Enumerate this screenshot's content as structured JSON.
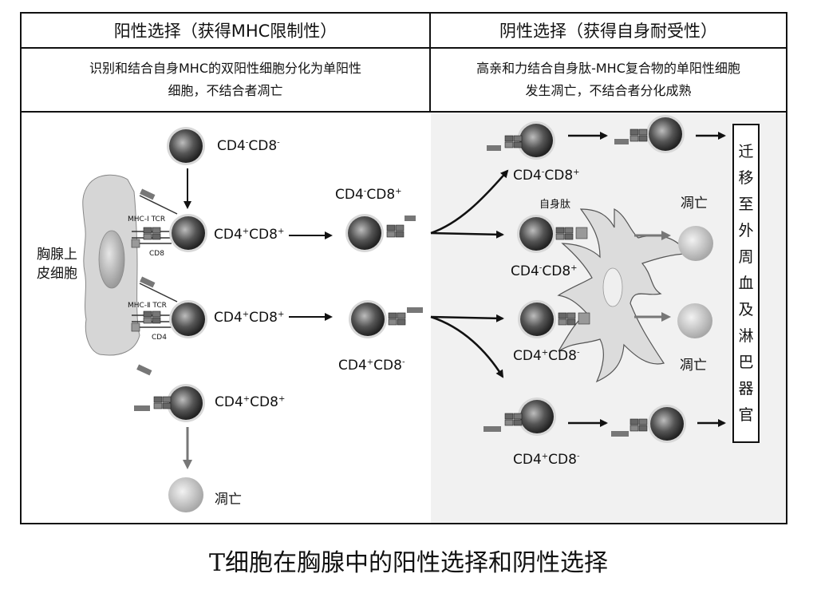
{
  "header": {
    "left_title": "阳性选择（获得MHC限制性）",
    "right_title": "阴性选择（获得自身耐受性）",
    "left_desc_line1": "识别和结合自身MHC的双阳性细胞分化为单阳性",
    "left_desc_line2": "细胞，不结合者凋亡",
    "right_desc_line1": "高亲和力结合自身肽-MHC复合物的单阳性细胞",
    "right_desc_line2": "发生凋亡，不结合者分化成熟"
  },
  "labels": {
    "epithelial_cell": [
      "胸腺上",
      "皮细胞"
    ],
    "mhc1_tcr": "MHC-Ⅰ TCR",
    "mhc2_tcr": "MHC-Ⅱ TCR",
    "cd8_small": "CD8",
    "cd4_small": "CD4",
    "self_peptide": "自身肽",
    "apoptosis": "凋亡"
  },
  "cell_labels": {
    "double_negative": {
      "a": "CD4",
      "a_sup": "-",
      "b": "CD8",
      "b_sup": "-"
    },
    "double_positive": {
      "a": "CD4",
      "a_sup": "+",
      "b": "CD8",
      "b_sup": "+"
    },
    "cd8_single_positive": {
      "a": "CD4",
      "a_sup": "-",
      "b": "CD8",
      "b_sup": "+"
    },
    "cd4_single_positive": {
      "a": "CD4",
      "a_sup": "+",
      "b": "CD8",
      "b_sup": "-"
    }
  },
  "destination_chars": [
    "迁",
    "移",
    "至",
    "外",
    "周",
    "血",
    "及",
    "淋",
    "巴",
    "器",
    "官"
  ],
  "caption": "T细胞在胸腺中的阳性选择和阴性选择"
}
